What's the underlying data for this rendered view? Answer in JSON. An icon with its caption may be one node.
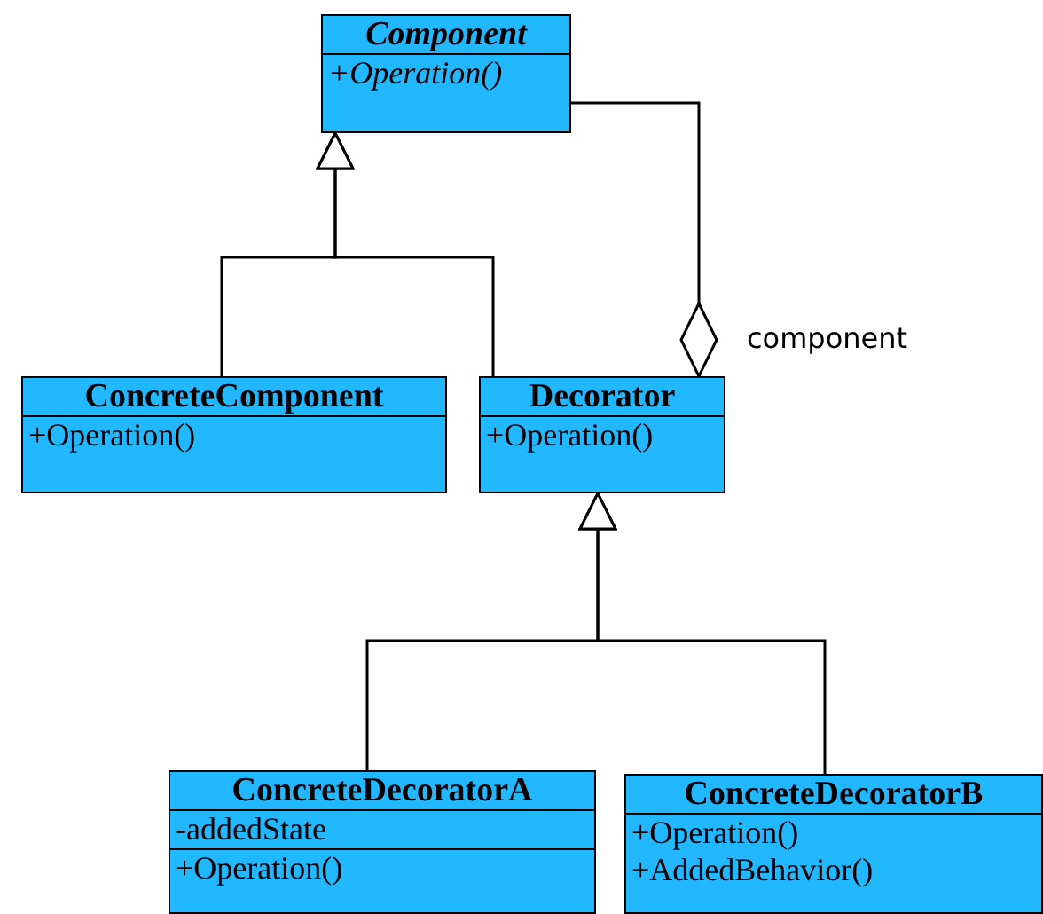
{
  "diagram": {
    "nodes": [
      {
        "text": [
          "Component",
          "+Operation()"
        ]
      },
      {
        "text": [
          "ConcreteComponent",
          "+Operation()"
        ]
      },
      {
        "text": [
          "Decorator",
          "+Operation()"
        ]
      },
      {
        "text": [
          "ConcreteDecoratorA",
          "-addedState",
          "+Operation()"
        ]
      },
      {
        "text": [
          "ConcreteDecoratorB",
          "+Operation()",
          "+AddedBehavior()"
        ]
      }
    ],
    "edges": [
      {
        "from": 1,
        "to": 0,
        "arrow": "to"
      },
      {
        "from": 2,
        "to": 0,
        "arrow": "to"
      },
      {
        "from": 0,
        "to": 2,
        "arrow": "other",
        "label": "component"
      },
      {
        "from": 3,
        "to": 2,
        "arrow": "to"
      },
      {
        "from": 4,
        "to": 2,
        "arrow": "to"
      }
    ]
  }
}
